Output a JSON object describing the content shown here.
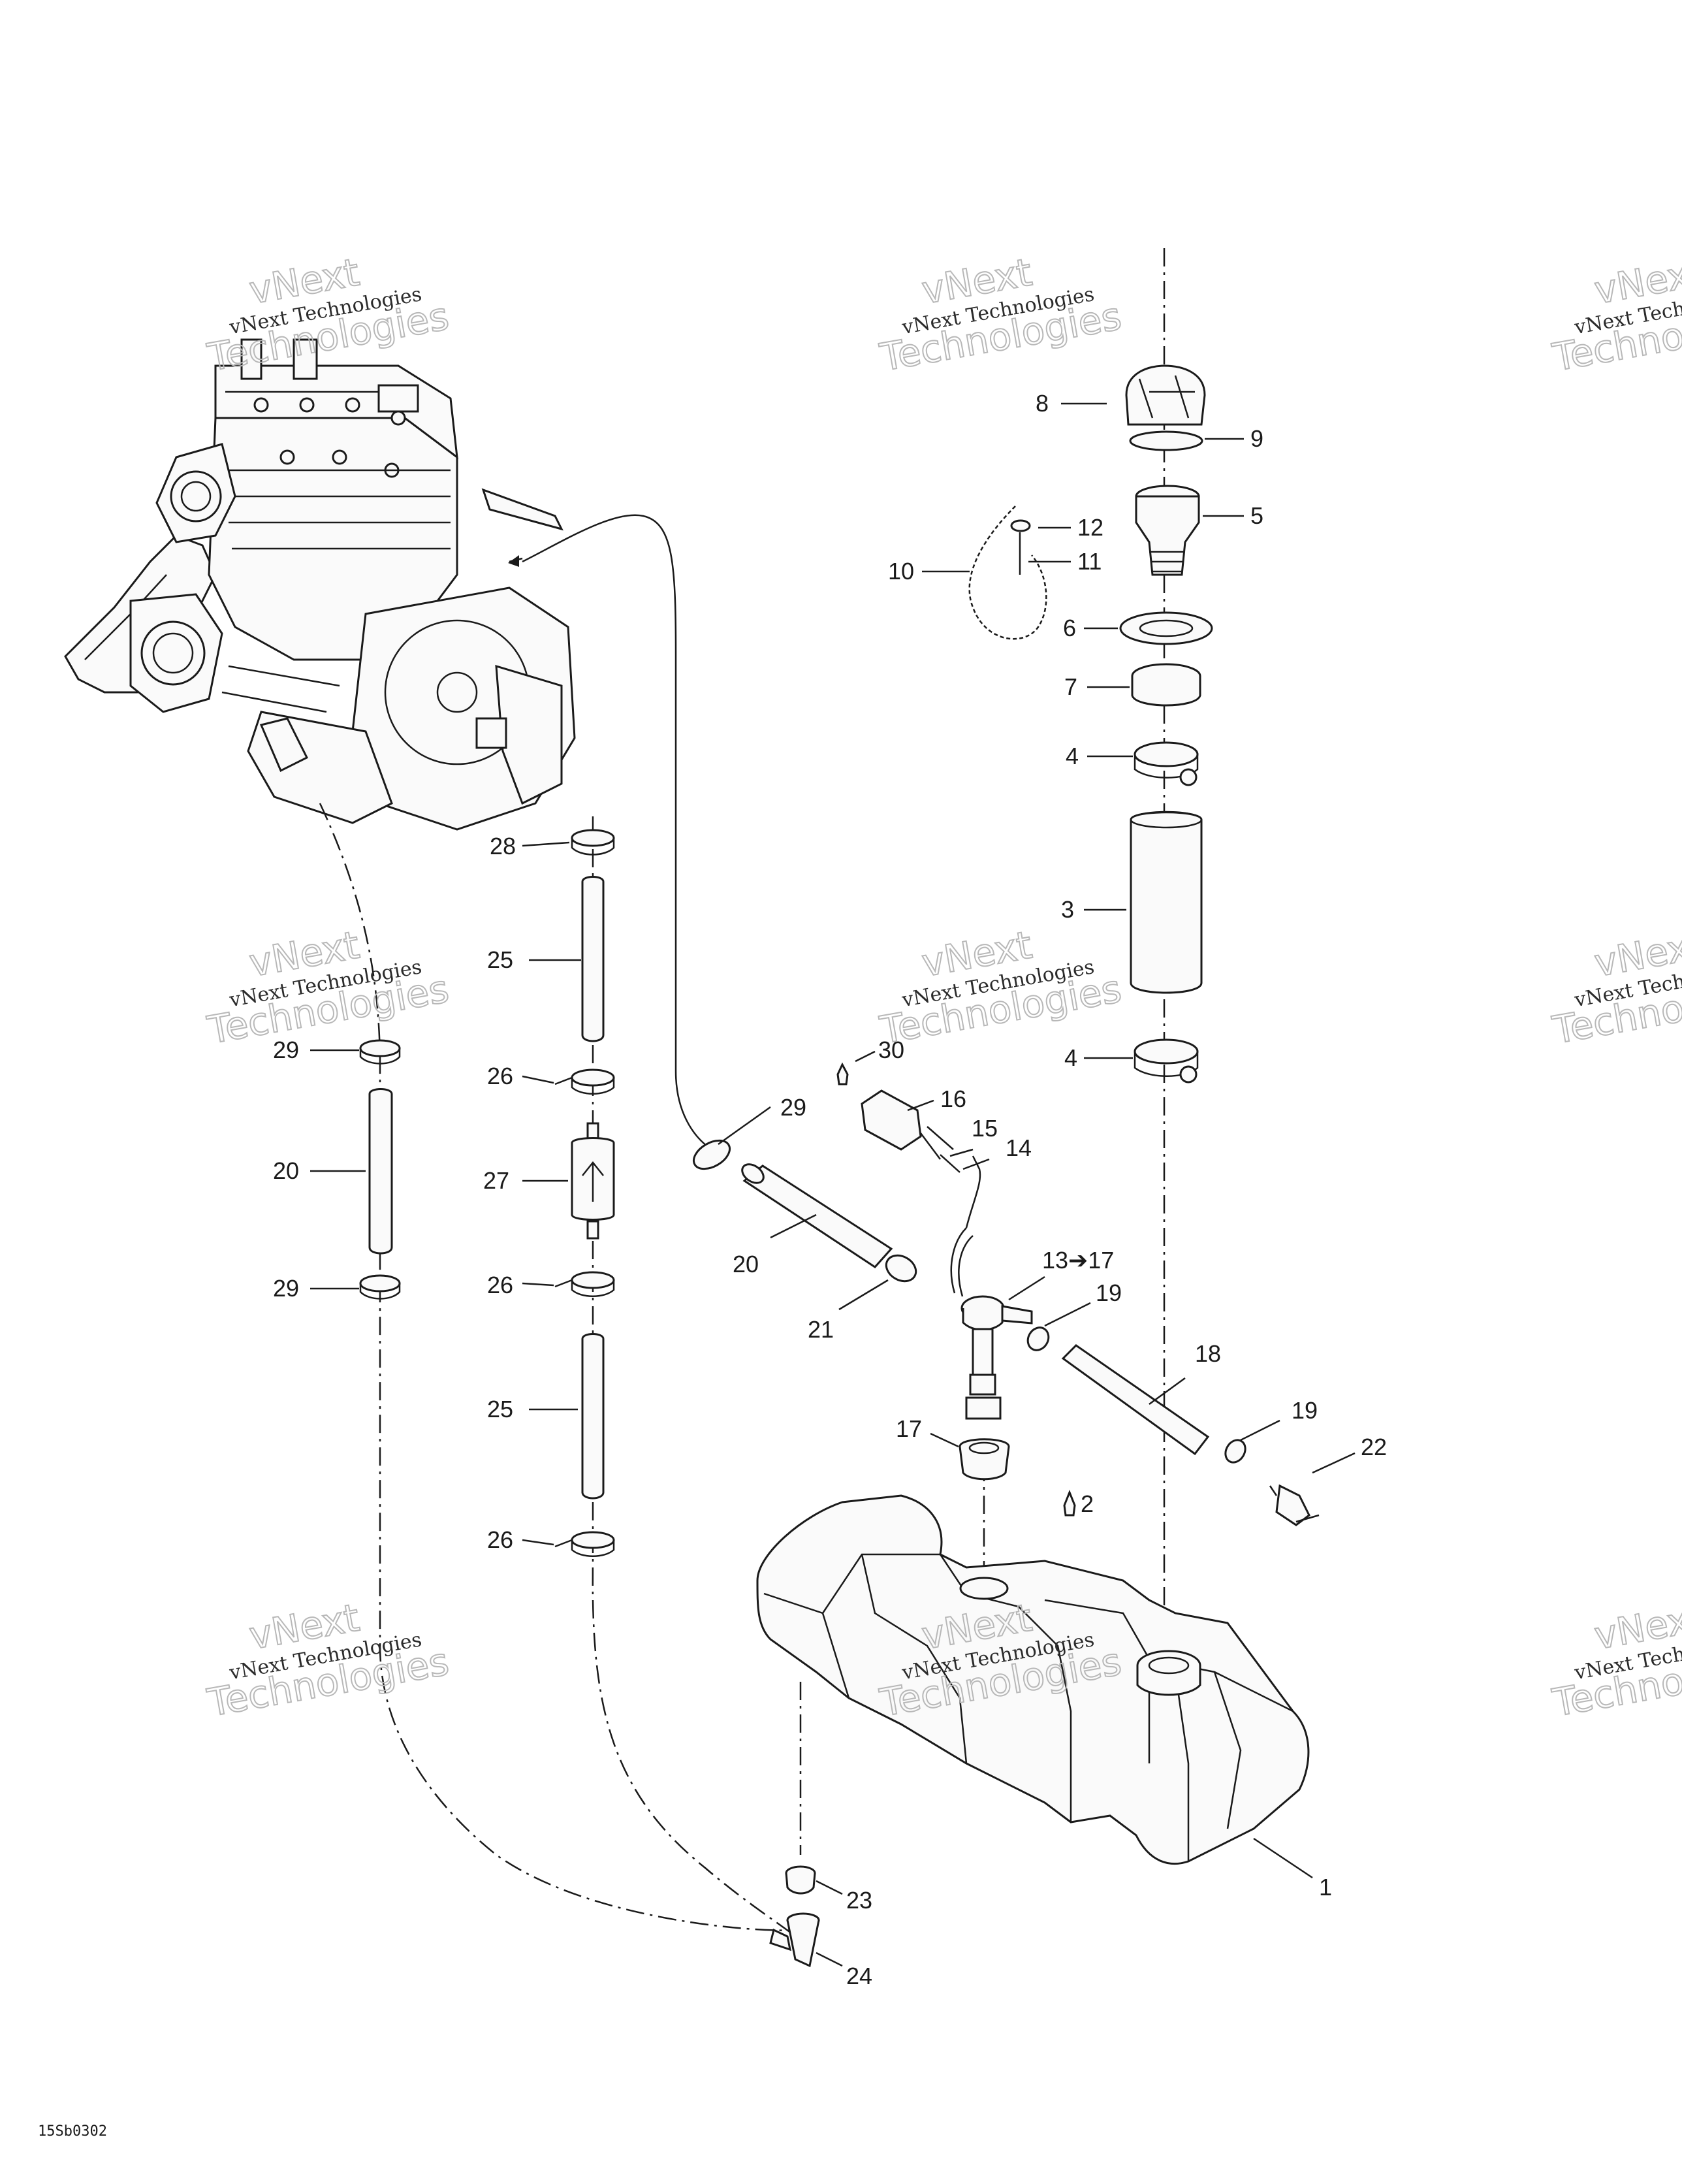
{
  "diagram": {
    "drawing_code": "15Sb0302",
    "watermarks": [
      {
        "small": "vNext Technologies",
        "big": "Technologies",
        "top": "vNext"
      },
      {
        "small": "vNext Technologies",
        "big": "Technologies",
        "top": "vNext"
      },
      {
        "small": "vNext Technologies",
        "big": "Technologies",
        "top": "vNext"
      },
      {
        "small": "vNext Technologies",
        "big": "Technologies",
        "top": "vNext"
      },
      {
        "small": "vNext Technologies",
        "big": "Technologies",
        "top": "vNext"
      },
      {
        "small": "vNext Technologies",
        "big": "Technologies",
        "top": "vNext"
      },
      {
        "small": "vNext Technologies",
        "big": "Technologies",
        "top": "vNext"
      },
      {
        "small": "vNext Technologies",
        "big": "Technologies",
        "top": "vNext"
      },
      {
        "small": "vNext Technologies",
        "big": "Technologies",
        "top": "vNext"
      }
    ],
    "callouts": [
      "1",
      "2",
      "3",
      "4",
      "4",
      "5",
      "6",
      "7",
      "8",
      "9",
      "10",
      "11",
      "12",
      "13➔17",
      "14",
      "15",
      "16",
      "17",
      "18",
      "19",
      "19",
      "20",
      "20",
      "21",
      "22",
      "23",
      "24",
      "25",
      "25",
      "26",
      "26",
      "26",
      "27",
      "28",
      "29",
      "29",
      "29",
      "30"
    ]
  }
}
